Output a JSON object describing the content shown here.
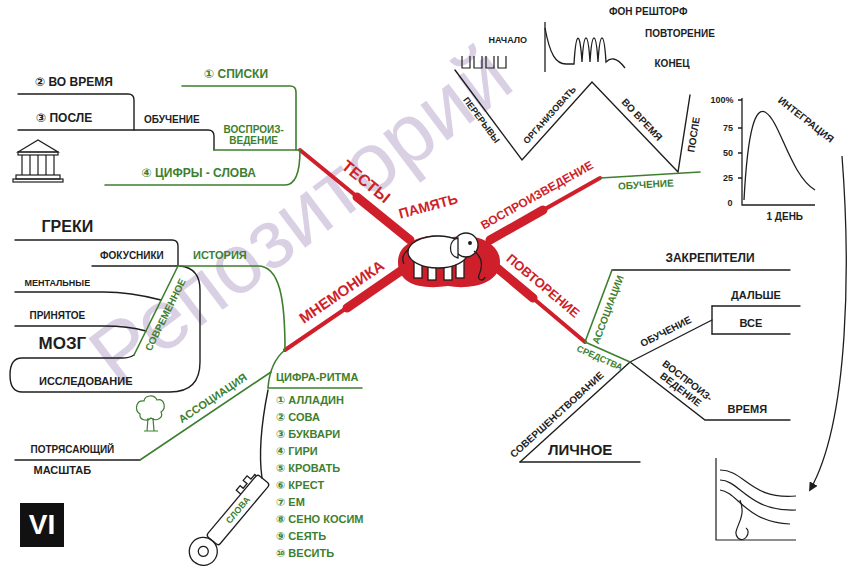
{
  "diagram": {
    "nodes": [
      {
        "text": [
          "VI"
        ]
      }
    ],
    "labels": [
      "Репозиторий",
      "② ВО ВРЕМЯ",
      "③ ПОСЛЕ",
      "ОБУЧЕНИЕ",
      "① СПИСКИ",
      "ВОСПРОИЗ- ВЕДЕНИЕ",
      "④ ЦИФРЫ - СЛОВА",
      "ТЕСТЫ",
      "ПАМЯТЬ",
      "ВОСПРОИЗВЕДЕНИЕ",
      "ПОВТОРЕНИЕ",
      "МНЕМОНИКА",
      "ГРЕКИ",
      "ФОКУСНИКИ",
      "ИСТОРИЯ",
      "МЕНТАЛЬНЫЕ",
      "СОВРЕМЕННОЕ",
      "ПРИНЯТОЕ",
      "МОЗГ",
      "ИССЛЕДОВАНИЕ",
      "АССОЦИАЦИЯ",
      "ПОТРЯСАЮЩИЙ",
      "МАСШТАБ",
      "ЦИФРА-РИТМА",
      "① АЛЛАДИН",
      "② СОВА",
      "③ БУКВАРИ",
      "④ ГИРИ",
      "⑤ КРОВАТЬ",
      "⑥ КРЕСТ",
      "⑦ ЕМ",
      "⑧ СЕНО КОСИМ",
      "⑨ СЕЯТЬ",
      "⑩ ВЕСИТЬ",
      "СЛОВА",
      "ПЕРЕРЫВЫ",
      "ОРГАНИЗОВАТЬ",
      "ВО ВРЕМЯ",
      "ПОСЛЕ",
      "НАЧАЛО",
      "ФОН РЕШТОРФ",
      "ПОВТОРЕНИЕ",
      "КОНЕЦ",
      "ОБУЧЕНИЕ",
      "100%",
      "75",
      "50",
      "25",
      "0",
      "1 ДЕНЬ",
      "ИНТЕГРАЦИЯ",
      "АССОЦИАЦИИ",
      "ЗАКРЕПИТЕЛИ",
      "ДАЛЬШЕ",
      "ВСЕ",
      "ОБУЧЕНИЕ",
      "СРЕДСТВА",
      "СОВЕРШЕНСТВОВАНИЕ",
      "ВОСПРОИЗ- ВЕДЕНИЕ",
      "ВРЕМЯ",
      "ЛИЧНОЕ"
    ]
  }
}
